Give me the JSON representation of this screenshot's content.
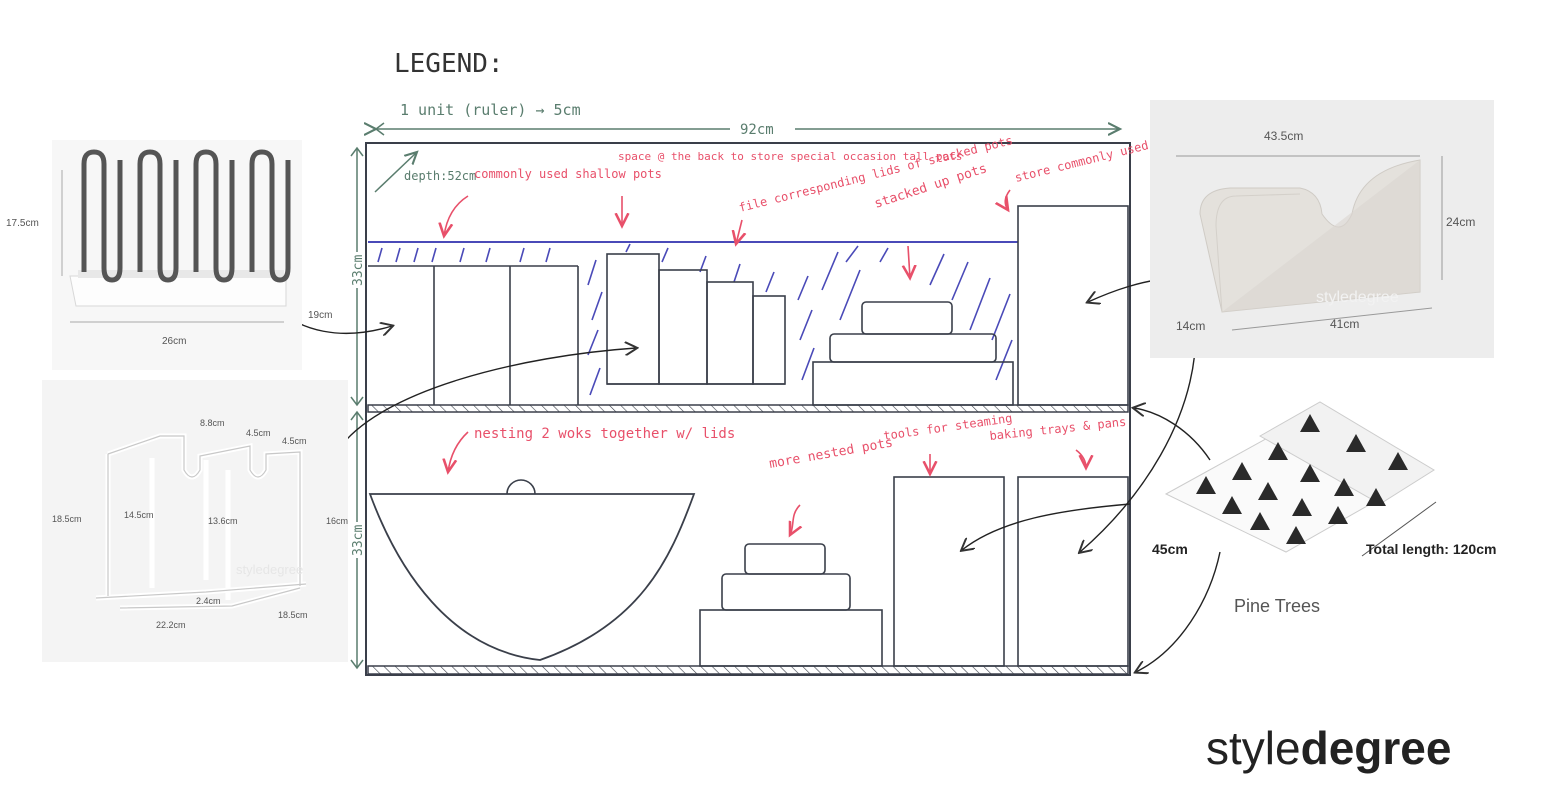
{
  "legend": {
    "title": "LEGEND:",
    "unit": "1 unit (ruler) → 5cm"
  },
  "dimensions": {
    "width": "92cm",
    "depth": "depth:52cm",
    "upper_height": "33cm",
    "lower_height": "33cm"
  },
  "notes": {
    "shallow_pots": "commonly used shallow pots",
    "tall_pots": "space @ the back to store special occasion tall pots",
    "file_lids": "file corresponding lids of stacked pots",
    "stacked_pots": "stacked up pots",
    "store_pans": "store commonly used pans",
    "woks": "nesting 2 woks together w/ lids",
    "nested_pots": "more nested pots",
    "steaming": "tools for steaming",
    "baking": "baking trays & pans"
  },
  "products": {
    "rack": {
      "height": "17.5cm",
      "depth": "19cm",
      "width": "26cm"
    },
    "lid_stand": {
      "top_gap": "8.8cm",
      "gap_a": "4.5cm",
      "gap_b": "4.5cm",
      "height": "18.5cm",
      "mid_a": "14.5cm",
      "mid_b": "13.6cm",
      "right_h": "16cm",
      "base": "2.4cm",
      "width": "22.2cm",
      "depth": "18.5cm"
    },
    "organizer": {
      "width": "43.5cm",
      "height": "24cm",
      "depth": "14cm",
      "length": "41cm"
    },
    "liner": {
      "width": "45cm",
      "length": "Total length: 120cm",
      "pattern": "Pine Trees"
    }
  },
  "watermark": "styledegree",
  "brand": {
    "light": "style",
    "bold": "degree"
  },
  "colors": {
    "annotation": "#e8506a",
    "measure": "#5a7d6e",
    "hatch": "#4a4ab8",
    "ink": "#3a3f4a"
  }
}
